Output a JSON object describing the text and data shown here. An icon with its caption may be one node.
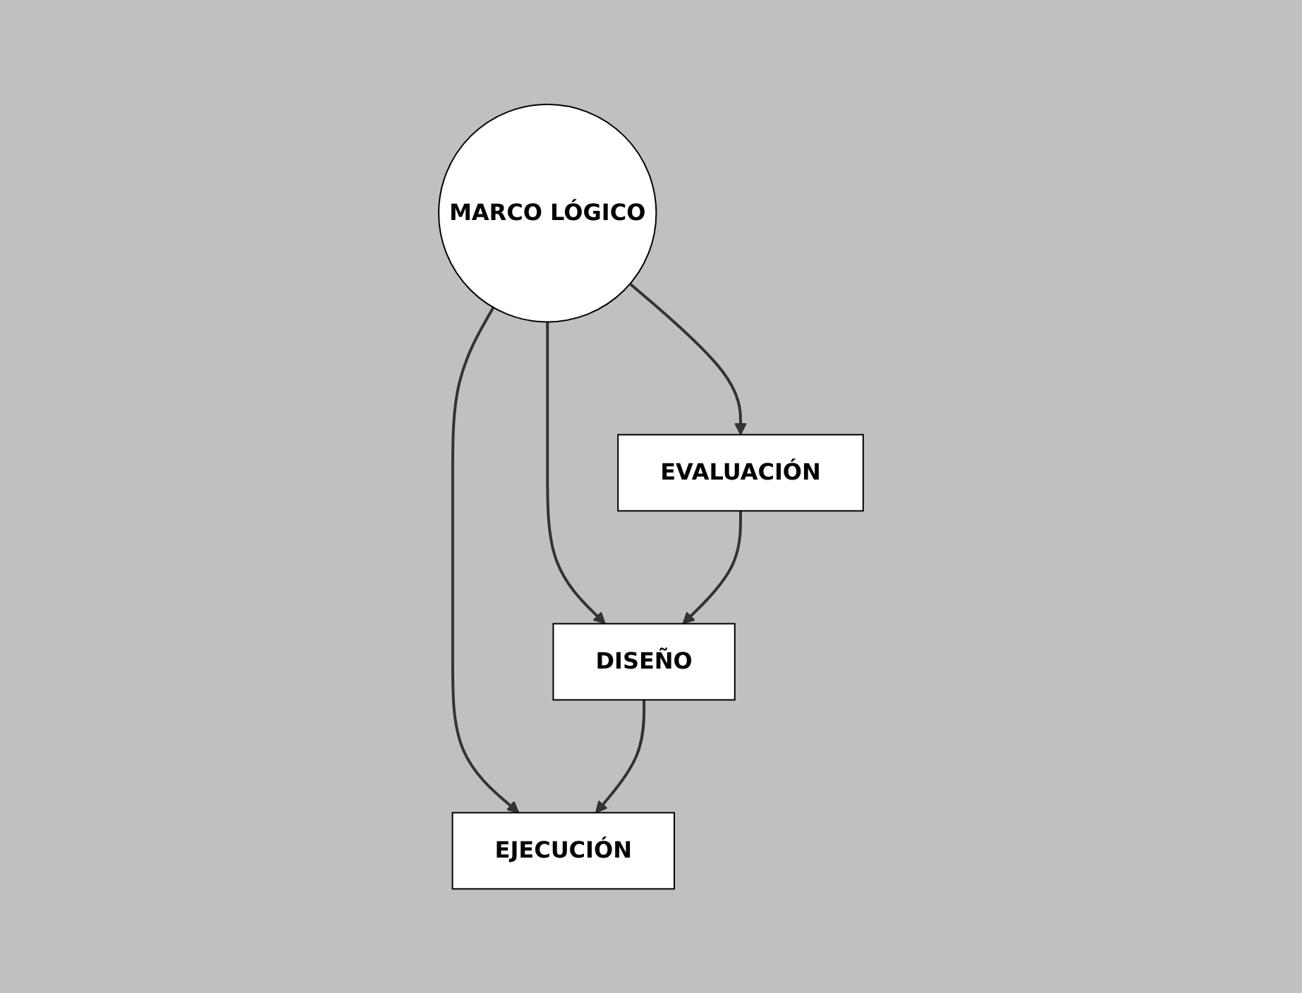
{
  "diagram": {
    "nodes": [
      {
        "text": [
          "DISEÑO"
        ]
      },
      {
        "text": [
          "MARCO LÓGICO"
        ]
      },
      {
        "text": [
          "EVALUACIÓN"
        ]
      },
      {
        "text": [
          "EJECUCIÓN"
        ]
      }
    ],
    "edges": [
      {
        "from": 1,
        "to": 0,
        "arrow": "to"
      },
      {
        "from": 1,
        "to": 2,
        "arrow": "to"
      },
      {
        "from": 1,
        "to": 3,
        "arrow": "to"
      },
      {
        "from": 0,
        "to": 3,
        "arrow": "to"
      },
      {
        "from": 2,
        "to": 0,
        "arrow": "to"
      }
    ]
  }
}
